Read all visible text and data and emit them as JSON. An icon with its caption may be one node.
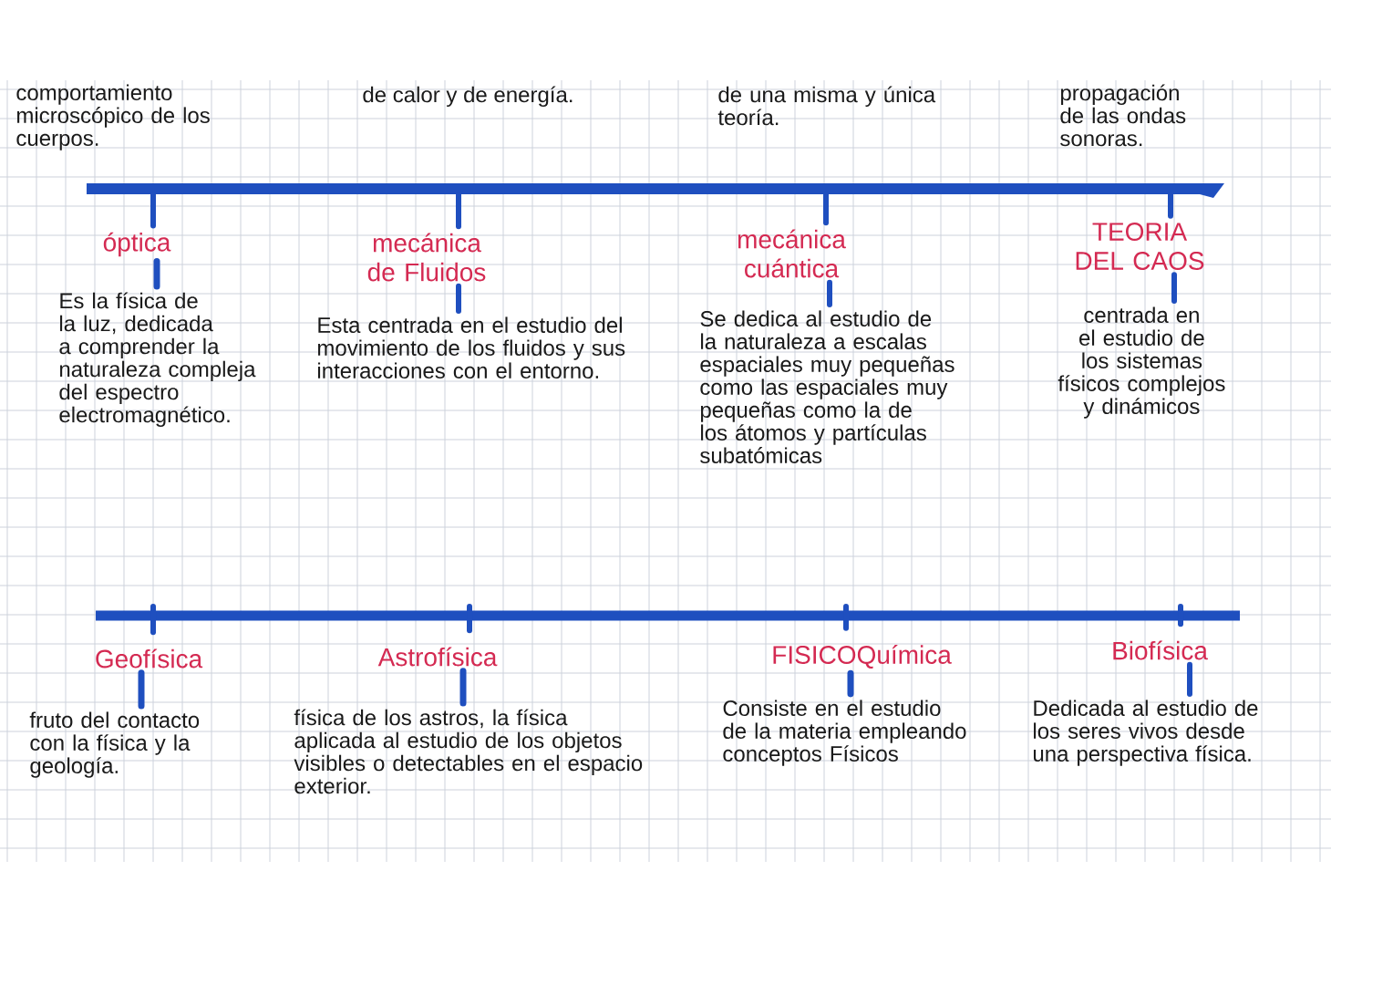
{
  "diagram": {
    "nodes": [
      {
        "text": [],
        "shape": "bar"
      },
      {
        "text": [
          "óptica"
        ]
      },
      {
        "text": [
          "Es la física de la luz, dedicada a comprender la naturaleza compleja del espectro electromagnético."
        ]
      },
      {
        "text": [
          "mecánica de Fluidos"
        ]
      },
      {
        "text": [
          "Esta centrada en el estudio del movimiento de los fluidos y sus interacciones con el entorno."
        ]
      },
      {
        "text": [
          "mecánica cuántica"
        ]
      },
      {
        "text": [
          "Se dedica al estudio de la naturaleza a escalas espaciales muy pequeñas como las espaciales muy pequeñas como la de los átomos y partículas subatómicas"
        ]
      },
      {
        "text": [
          "TEORIA DEL CAOS"
        ]
      },
      {
        "text": [
          "centrada en el estudio de los sistemas físicos complejos y dinámicos"
        ]
      },
      {
        "text": [],
        "shape": "bar"
      },
      {
        "text": [
          "Geofísica"
        ]
      },
      {
        "text": [
          "fruto del contacto con la física y la geología."
        ]
      },
      {
        "text": [
          "Astrofísica"
        ]
      },
      {
        "text": [
          "física de los astros, la física aplicada al estudio de los objetos visibles o detectables en el espacio exterior."
        ]
      },
      {
        "text": [
          "FISICOQuímica"
        ]
      },
      {
        "text": [
          "Consiste en el estudio de la materia empleando conceptos Físicos"
        ]
      },
      {
        "text": [
          "Biofísica"
        ]
      },
      {
        "text": [
          "Dedicada al estudio de los seres vivos desde una perspectiva física."
        ]
      }
    ],
    "edges": [
      {
        "from": 0,
        "to": 1,
        "arrow": "none"
      },
      {
        "from": 1,
        "to": 2,
        "arrow": "none"
      },
      {
        "from": 0,
        "to": 3,
        "arrow": "none"
      },
      {
        "from": 3,
        "to": 4,
        "arrow": "none"
      },
      {
        "from": 0,
        "to": 5,
        "arrow": "none"
      },
      {
        "from": 5,
        "to": 6,
        "arrow": "none"
      },
      {
        "from": 0,
        "to": 7,
        "arrow": "none"
      },
      {
        "from": 7,
        "to": 8,
        "arrow": "none"
      },
      {
        "from": 9,
        "to": 10,
        "arrow": "none"
      },
      {
        "from": 10,
        "to": 11,
        "arrow": "none"
      },
      {
        "from": 9,
        "to": 12,
        "arrow": "none"
      },
      {
        "from": 12,
        "to": 13,
        "arrow": "none"
      },
      {
        "from": 9,
        "to": 14,
        "arrow": "none"
      },
      {
        "from": 14,
        "to": 15,
        "arrow": "none"
      },
      {
        "from": 9,
        "to": 16,
        "arrow": "none"
      },
      {
        "from": 16,
        "to": 17,
        "arrow": "none"
      }
    ],
    "labels": [
      "comportamiento microscópico de los cuerpos.",
      "de calor y de energía.",
      "de una misma y única teoría.",
      "propagación de las ondas sonoras."
    ]
  }
}
